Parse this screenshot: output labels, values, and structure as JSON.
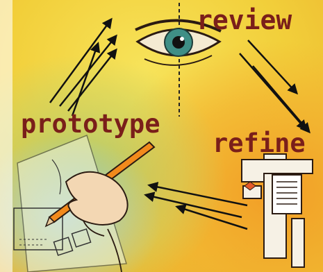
{
  "words": {
    "review": "review",
    "prototype": "prototype",
    "refine": "refine"
  },
  "colors": {
    "label_text": "#7a1f1a",
    "arrow": "#111111",
    "paper_yellow": "#f2d23a",
    "paper_orange": "#f0a72a",
    "wash_green": "#a9c46a",
    "wash_blue": "#9fc9d3",
    "eye_iris": "#3f8f86"
  },
  "icons": [
    "eye-icon",
    "caliper-icon",
    "hand-with-pencil-icon",
    "sketch-paper-icon"
  ]
}
